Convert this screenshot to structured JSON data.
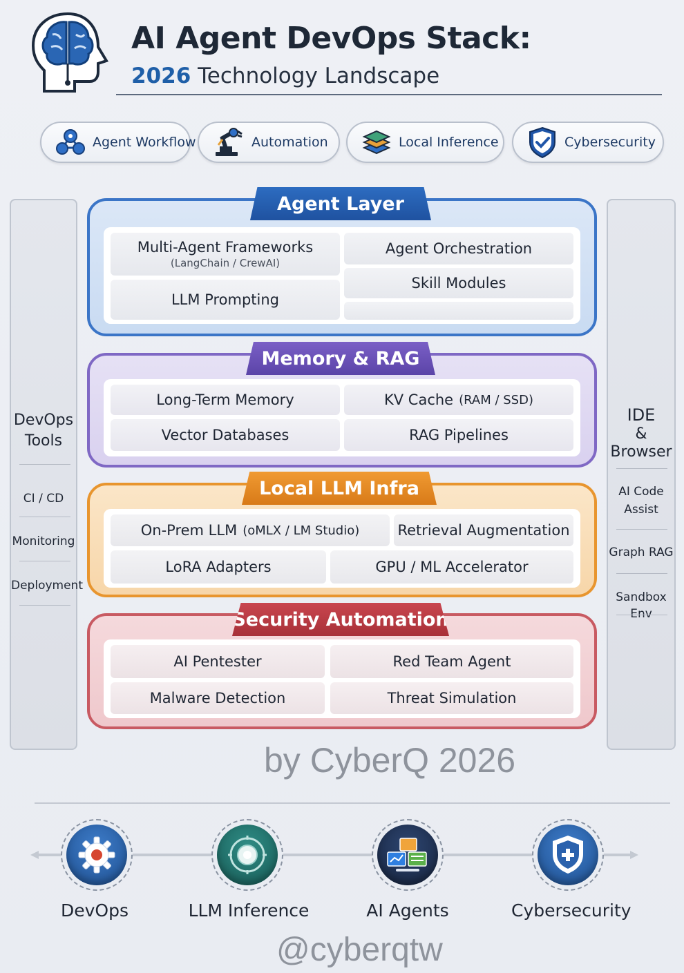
{
  "header": {
    "title": "AI Agent DevOps Stack:",
    "subtitle_year": "2026",
    "subtitle_text": "Technology Landscape",
    "logo_icon": "brain-head-icon"
  },
  "pills": [
    {
      "label": "Agent Workflow",
      "icon": "workflow-nodes-icon"
    },
    {
      "label": "Automation",
      "icon": "robot-arm-icon"
    },
    {
      "label": "Local Inference",
      "icon": "layers-stack-icon"
    },
    {
      "label": "Cybersecurity",
      "icon": "shield-check-icon"
    }
  ],
  "left_panel": {
    "title_line1": "DevOps",
    "title_line2": "Tools",
    "items": [
      "CI / CD",
      "Monitoring",
      "Deployment"
    ]
  },
  "right_panel": {
    "title_line1": "IDE",
    "title_line2": "&",
    "title_line3": "Browser",
    "item1_line1": "AI Code",
    "item1_line2": "Assist",
    "items": [
      "Graph RAG",
      "Sandbox Env"
    ]
  },
  "layers": {
    "agent": {
      "title": "Agent Layer",
      "cells": {
        "multi_agent": "Multi-Agent Frameworks",
        "multi_agent_sub": "(LangChain / CrewAI)",
        "orchestration": "Agent Orchestration",
        "skill": "Skill Modules",
        "prompting": "LLM Prompting"
      }
    },
    "memory": {
      "title": "Memory & RAG",
      "cells": {
        "long_term": "Long-Term Memory",
        "kv_cache": "KV Cache",
        "kv_cache_sub": "(RAM / SSD)",
        "vector_db": "Vector Databases",
        "rag_pipelines": "RAG Pipelines"
      }
    },
    "llm": {
      "title": "Local LLM Infra",
      "cells": {
        "onprem": "On-Prem LLM",
        "onprem_sub": "(oMLX / LM Studio)",
        "retrieval": "Retrieval Augmentation",
        "lora": "LoRA Adapters",
        "gpu": "GPU / ML Accelerator"
      }
    },
    "security": {
      "title": "Security Automation",
      "cells": {
        "pentester": "AI Pentester",
        "red_team": "Red Team Agent",
        "malware": "Malware Detection",
        "threat": "Threat Simulation"
      }
    }
  },
  "credit": "by CyberQ 2026",
  "bottom": [
    {
      "label": "DevOps",
      "icon": "gear-icon",
      "color": "#1f4f8f"
    },
    {
      "label": "LLM Inference",
      "icon": "chip-icon",
      "color": "#1f6b66"
    },
    {
      "label": "AI Agents",
      "icon": "agent-screens-icon",
      "color": "#1c2d4d"
    },
    {
      "label": "Cybersecurity",
      "icon": "shield-plus-icon",
      "color": "#1f4f8f"
    }
  ],
  "handle": "@cyberqtw"
}
